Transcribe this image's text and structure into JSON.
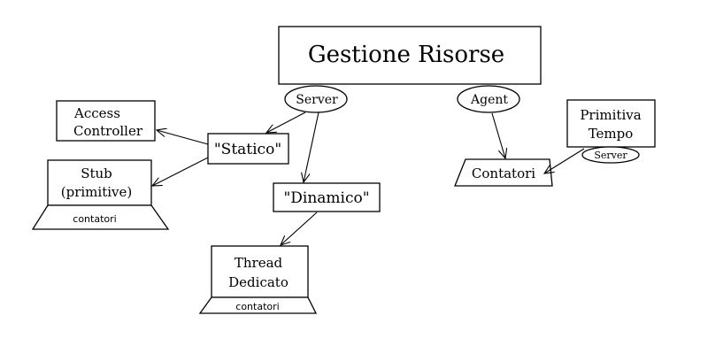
{
  "diagram": {
    "title": "Gestione Risorse",
    "ovals": {
      "server": "Server",
      "agent": "Agent",
      "server_small": "Server"
    },
    "nodes": {
      "statico": "\"Statico\"",
      "dinamico": "\"Dinamico\"",
      "access_line1": "Access",
      "access_line2": "Controller",
      "stub_line1": "Stub",
      "stub_line2": "(primitive)",
      "stub_counter": "contatori",
      "thread_line1": "Thread",
      "thread_line2": "Dedicato",
      "thread_counter": "contatori",
      "contatori": "Contatori",
      "primitiva_line1": "Primitiva",
      "primitiva_line2": "Tempo"
    },
    "colors": {
      "stroke": "#000000",
      "background": "#ffffff"
    }
  }
}
